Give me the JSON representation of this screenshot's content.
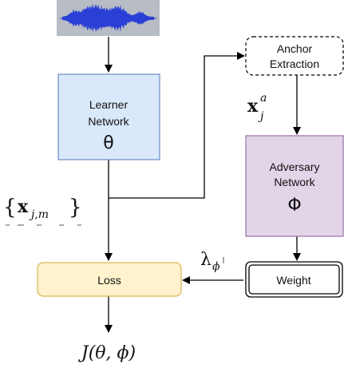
{
  "nodes": {
    "audio": {
      "type": "waveform-image"
    },
    "learner": {
      "line1": "Learner",
      "line2": "Network",
      "param": "θ"
    },
    "anchor": {
      "line1": "Anchor",
      "line2": "Extraction"
    },
    "adversary": {
      "line1": "Adversary",
      "line2": "Network",
      "param": "Φ"
    },
    "loss": {
      "label": "Loss"
    },
    "weight": {
      "label": "Weight"
    }
  },
  "math_labels": {
    "x_anchor_base": "x",
    "x_anchor_sup": "a",
    "x_anchor_sub": "j",
    "x_set_open": "{",
    "x_set_base": "x",
    "x_set_sub": "j,m",
    "x_set_close": "}",
    "lambda_base": "λ",
    "lambda_sub": "ϕ",
    "objective": "J(θ, ϕ)"
  },
  "colors": {
    "learner_fill": "#dae8fc",
    "learner_stroke": "#6c8ebf",
    "adversary_fill": "#e1d5e7",
    "adversary_stroke": "#9673a6",
    "loss_fill": "#fff2cc",
    "loss_stroke": "#d6b656",
    "waveform_bg": "#b8bcc4",
    "waveform": "#2a3fd6"
  }
}
